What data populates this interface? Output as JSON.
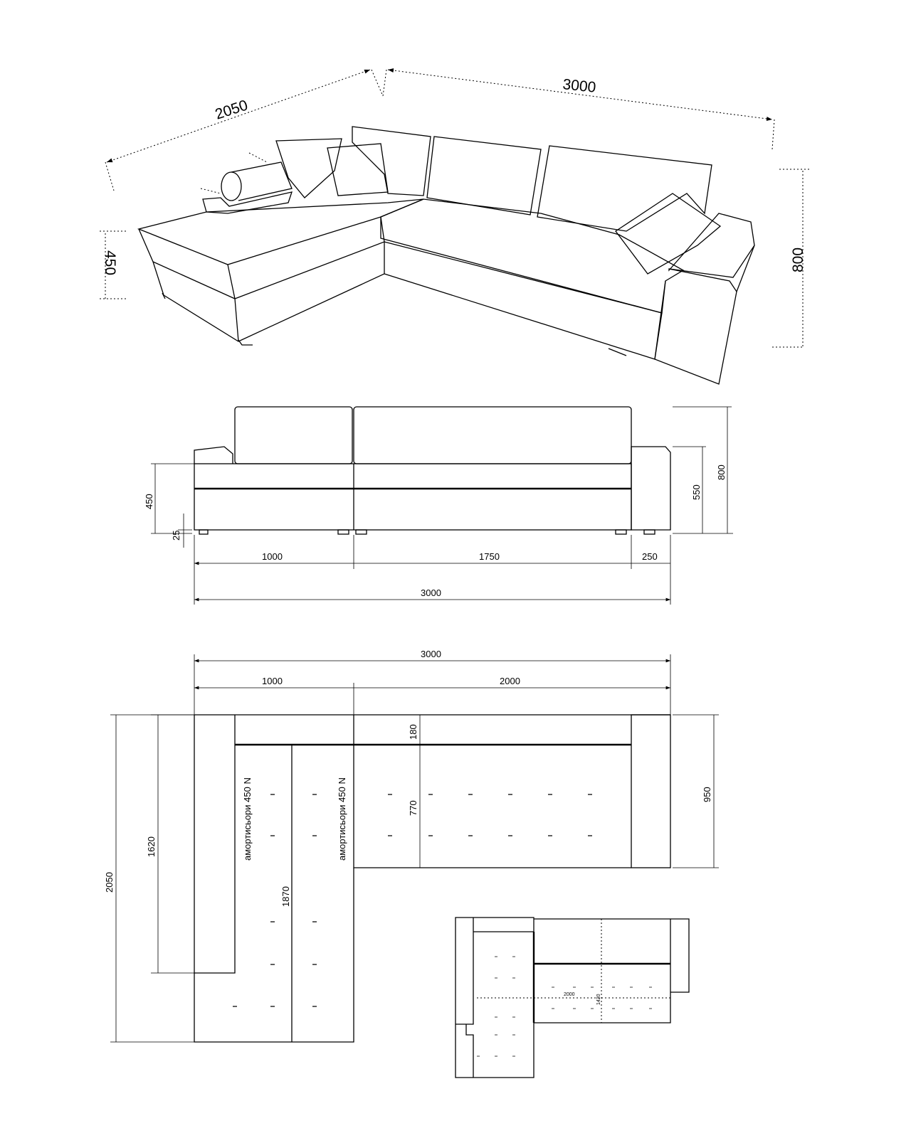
{
  "perspective": {
    "width_left": "2050",
    "width_right": "3000",
    "height_seat": "450",
    "height_total": "800"
  },
  "front_view": {
    "seat_height": "450",
    "leg_height": "25",
    "arm_height": "550",
    "total_height": "800",
    "seg_left": "1000",
    "seg_mid": "1750",
    "seg_arm": "250",
    "total_width": "3000"
  },
  "plan_view": {
    "total_width": "3000",
    "seg_left": "1000",
    "seg_right": "2000",
    "back_depth": "180",
    "seat_depth": "770",
    "total_depth": "950",
    "chaise_inner": "1620",
    "chaise_total": "2050",
    "chaise_seat": "1870",
    "spring_label_1": "амортисьори 450 N",
    "spring_label_2": "амортисьори 450 N"
  },
  "bed_view": {
    "length": "2000",
    "width": "1420"
  }
}
